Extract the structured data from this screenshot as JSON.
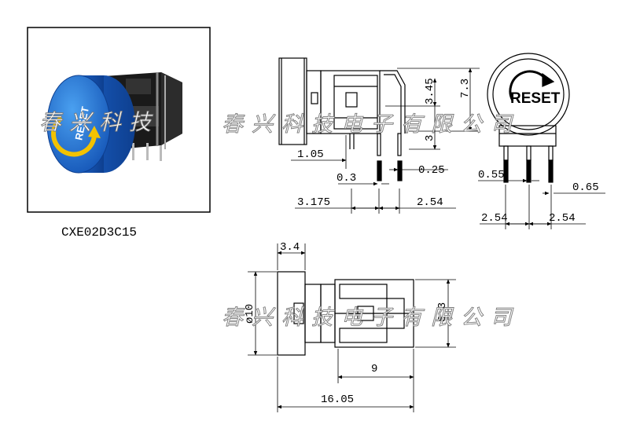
{
  "part_number": "CXE02D3C15",
  "watermark": "春兴科技电子有限公司",
  "photo": {
    "knob_color": "#1f6fd1",
    "knob_text": "RESET",
    "watermark_fragment": "春兴科技"
  },
  "front_view": {
    "logo_text": "RESET"
  },
  "dimensions": {
    "side_view": {
      "height_total": "7.3",
      "height_upper": "3.45",
      "height_lower": "3",
      "offset_left": "1.05",
      "pin_width": "0.3",
      "pin_width_right": "0.25",
      "pin_offset": "3.175",
      "pin_pitch": "2.54"
    },
    "front_view": {
      "pin_a": "0.55",
      "pin_b": "0.65",
      "pitch_left": "2.54",
      "pitch_right": "2.54"
    },
    "top_view": {
      "cap_width": "3.4",
      "diameter": "ø10",
      "body_height": "8.3",
      "body_length": "9",
      "total_length": "16.05"
    }
  }
}
